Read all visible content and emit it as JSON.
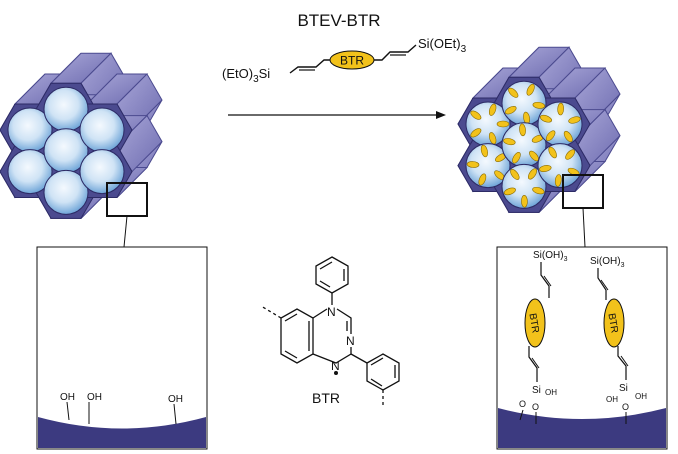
{
  "title": "BTEV-BTR",
  "reagent": {
    "left_group": "(EtO)",
    "left_group_sub": "3",
    "left_group_si": "Si",
    "core": "BTR",
    "right_group": "Si(OEt)",
    "right_group_sub": "3"
  },
  "structure": {
    "label": "BTR",
    "n1": "N",
    "n2": "N",
    "n4": "N"
  },
  "left_zoom": {
    "oh_labels": [
      "OH",
      "OH",
      "OH"
    ]
  },
  "right_zoom": {
    "terminal_group": "Si(OH)",
    "terminal_sub": "3",
    "core": "BTR",
    "anchor_si": "Si",
    "oh": "OH",
    "o": "O"
  },
  "colors": {
    "frame": "#4b4a8f",
    "frame_side": "#8a88c4",
    "frame_top": "#b9b7e0",
    "pore_light": "#e8f2fb",
    "pore_dark": "#7fb2e0",
    "btr_fill": "#f2c21b",
    "surface": "#3c3a80"
  }
}
